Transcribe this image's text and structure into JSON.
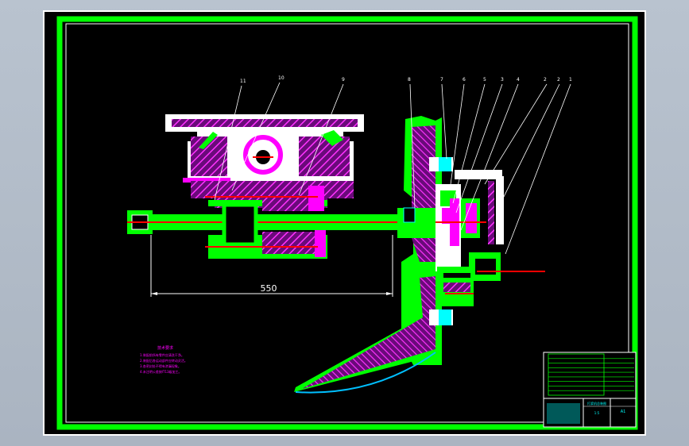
{
  "drawing": {
    "dimension_label": "550",
    "part_numbers": [
      "11",
      "10",
      "9",
      "8",
      "7",
      "6",
      "5",
      "3",
      "4",
      "2",
      "2",
      "1"
    ],
    "notes_heading": "技术要求",
    "notes_lines": [
      "1.装配前所有零件应清洗干净。",
      "2.装配后各运动部件应转动灵活。",
      "3.各密封处不得有渗漏现象。",
      "4.未注明公差按IT13级加工。"
    ],
    "title_block": {
      "rows": 9,
      "name": "打浆机总装图",
      "scale": "1:5",
      "sheet": "A1"
    }
  },
  "colors": {
    "background": "#000000",
    "frame": "#00ff00",
    "hatch": "#ff00ff",
    "highlight": "#ff0000",
    "leader": "#00ffff",
    "outline": "#ffffff"
  }
}
